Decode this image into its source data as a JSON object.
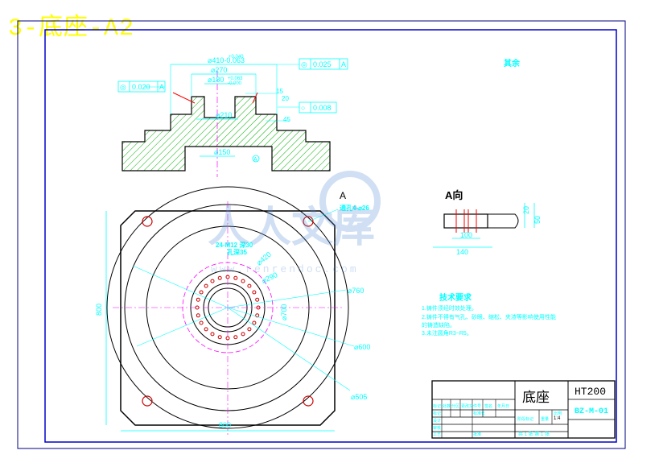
{
  "sheet_title": "3-底座-A2",
  "section_view": {
    "dims": {
      "d410": "⌀410-0.063",
      "d410_tol_top": "+0.040",
      "d270": "⌀270",
      "d180": "⌀180",
      "d180_tol": "+0.063",
      "d180_tol2": "-0.000",
      "d210": "⌀210",
      "d150": "⌀150",
      "dim_15": "15",
      "dim_20": "20",
      "dim_45": "45"
    },
    "tolerances": {
      "left": {
        "symbol": "◎",
        "value": "0.020",
        "datum": "A"
      },
      "top": {
        "symbol": "◎",
        "value": "0.025",
        "datum": "A"
      },
      "right": {
        "symbol": "○",
        "value": "0.008"
      }
    },
    "datum_mark": "A"
  },
  "remark_top_right": "其余",
  "plan_view": {
    "dims": {
      "holes_note": "通孔4-⌀26",
      "bolt_holes": "24-M12 深30",
      "bolt_holes_2": "孔深35",
      "d420": "⌀420",
      "d290": "⌀290",
      "d760": "⌀760",
      "d700": "⌀700",
      "d600": "⌀600",
      "d505": "⌀505",
      "width": "800",
      "height": "800"
    },
    "view_mark": "A"
  },
  "view_a": {
    "label": "A向",
    "dims": {
      "d100": "100",
      "d140": "140",
      "d20": "20",
      "d50": "50"
    }
  },
  "watermark": {
    "text": "人人文库",
    "url": "www.renrendoc.com"
  },
  "tech_requirements": {
    "title": "技术要求",
    "items": [
      "1.铸件须经时效处理。",
      "2.铸件不得有气孔、砂眼、缩松、夹渣等影响使用性能",
      "  的铸造缺陷。",
      "3.未注圆角R3~R5。"
    ]
  },
  "title_block": {
    "part_name": "底座",
    "material": "HT200",
    "drawing_no": "BZ-M-01",
    "scale": "1:4",
    "sheets": "共 1 张  第 1 张",
    "row_labels": [
      "标记",
      "设计",
      "审核",
      "工艺",
      "批准"
    ],
    "col_labels": [
      "标记",
      "处数",
      "分区",
      "更改文件号",
      "签名",
      "年月日"
    ],
    "mid_labels": [
      "阶段标记",
      "重量",
      "比例"
    ],
    "std_label": "标准化"
  }
}
